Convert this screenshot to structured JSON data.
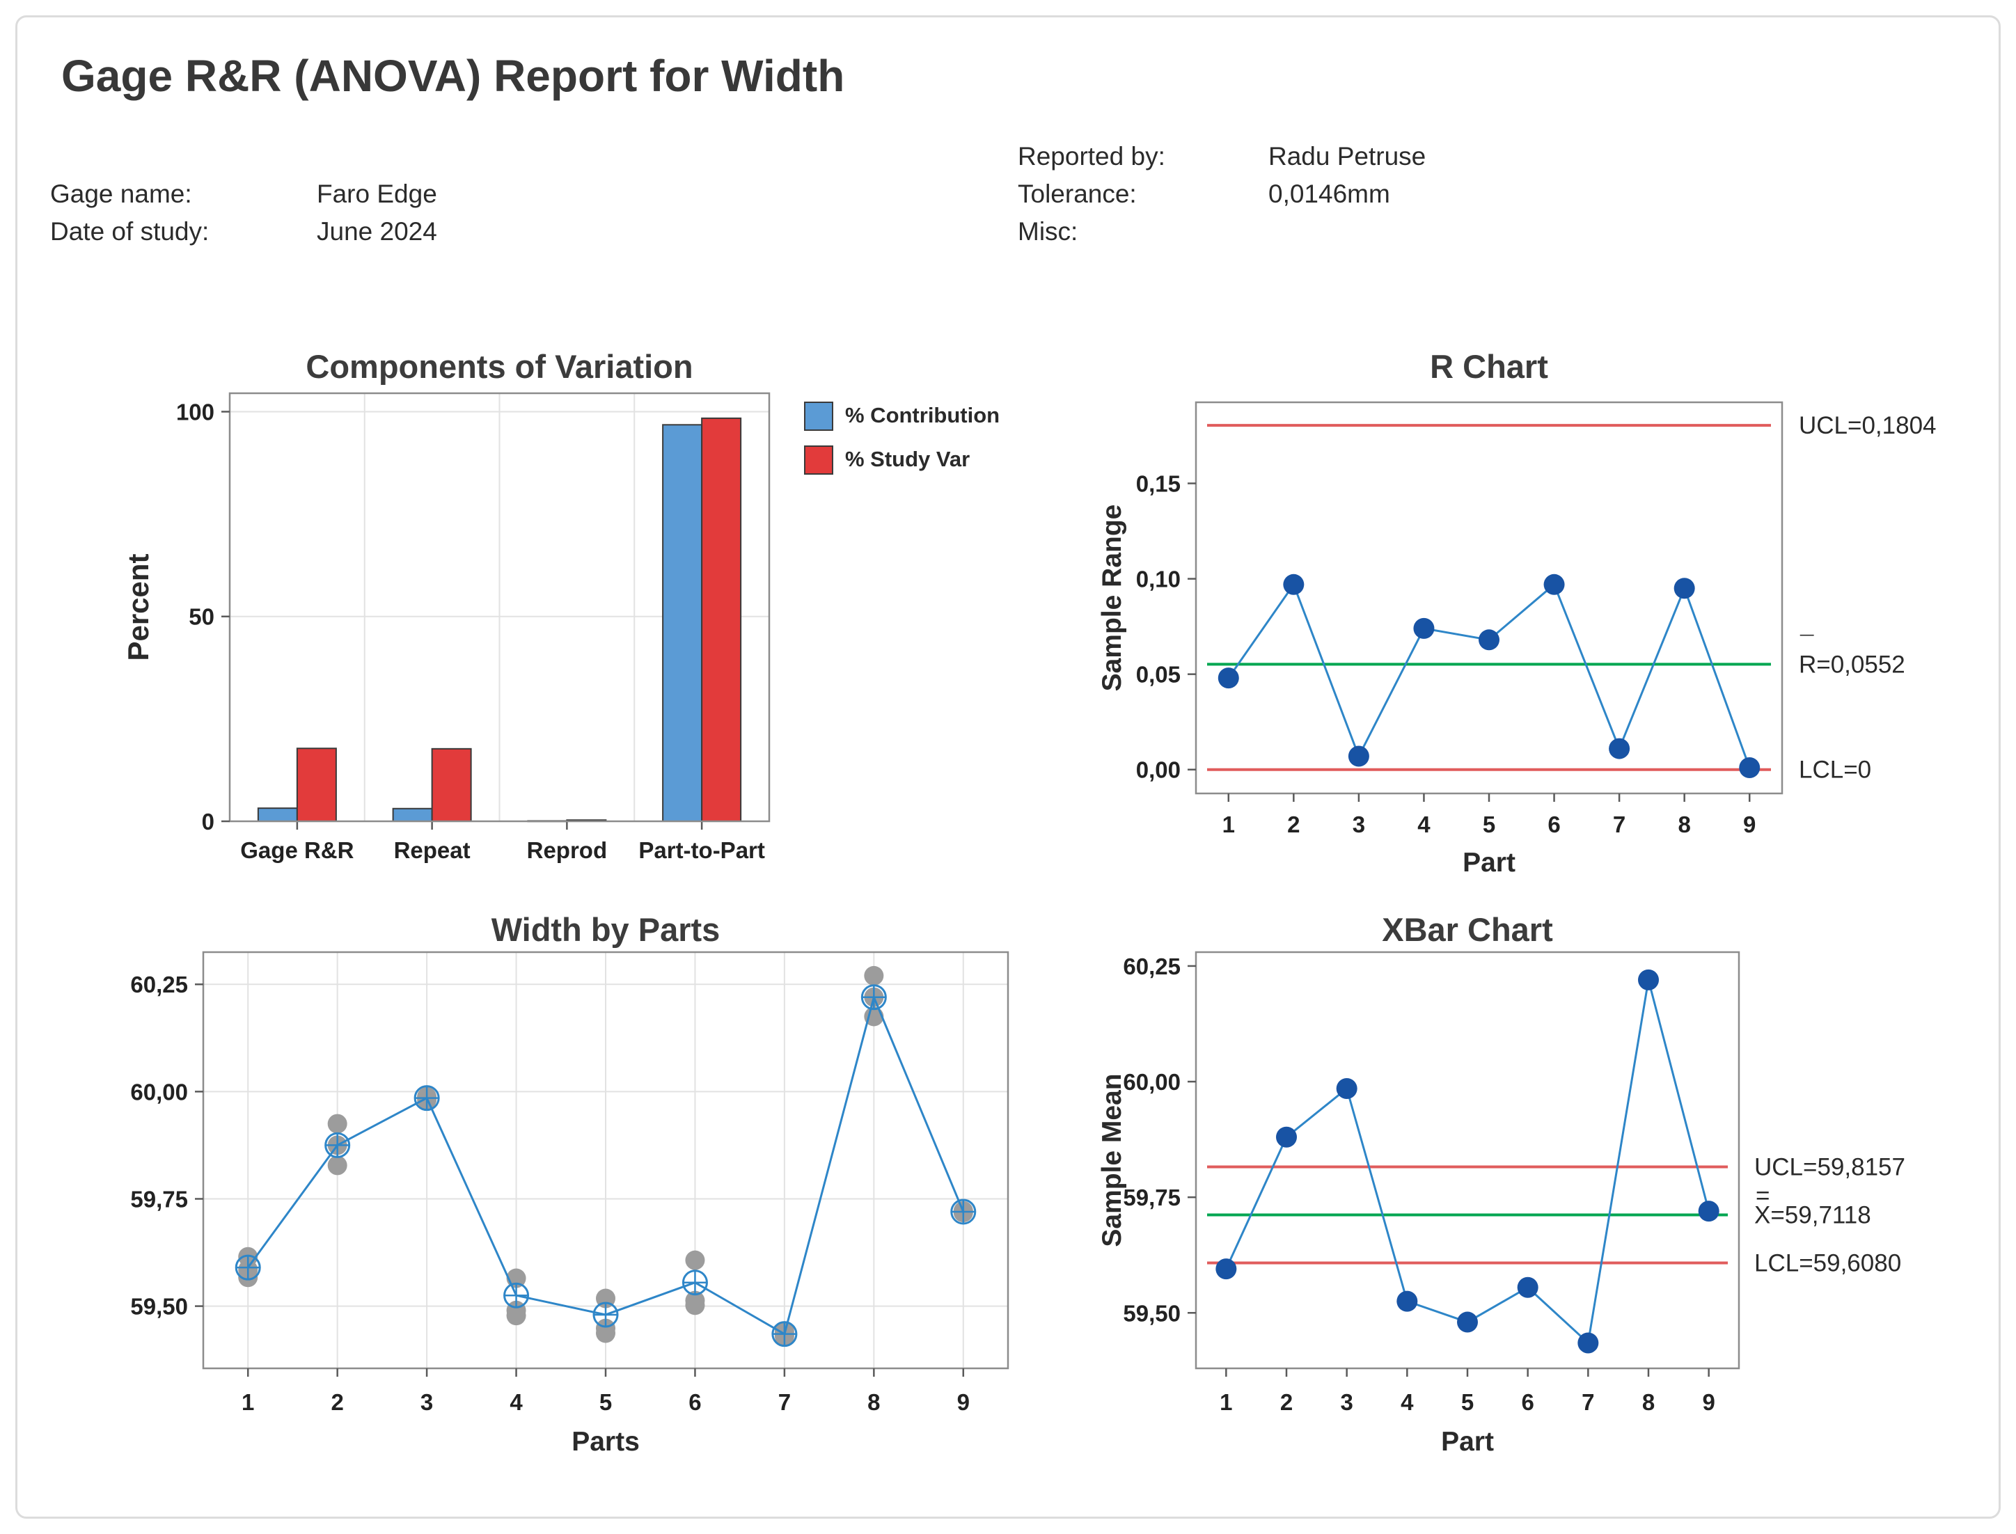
{
  "page": {
    "title": "Gage R&R (ANOVA) Report for Width"
  },
  "header": {
    "gage_name": {
      "label": "Gage name:",
      "value": "Faro Edge"
    },
    "date_of_study": {
      "label": "Date of study:",
      "value": "June 2024"
    },
    "reported_by": {
      "label": "Reported by:",
      "value": "Radu Petruse"
    },
    "tolerance": {
      "label": "Tolerance:",
      "value": "0,0146mm"
    },
    "misc": {
      "label": "Misc:",
      "value": ""
    }
  },
  "colors": {
    "contribution_blue": "#5B9BD5",
    "study_var_red": "#E23B3B",
    "limit_red": "#E05C5C",
    "center_green": "#00A651",
    "point_blue": "#1853A4",
    "line_blue": "#2E86C8",
    "individual_gray": "#9C9C9C",
    "frame_gray": "#8C8C8C",
    "grid_gray": "#E2E2E2",
    "tick_gray": "#5A5A5A",
    "text_dark": "#222222",
    "label_dark": "#2A2A2A",
    "title_dark": "#3C3C3C"
  },
  "chart_data": [
    {
      "id": "cov",
      "type": "bar",
      "title": "Components of Variation",
      "ylabel": "Percent",
      "categories": [
        "Gage R&R",
        "Repeat",
        "Reprod",
        "Part-to-Part"
      ],
      "series": [
        {
          "name": "% Contribution",
          "color_key": "contribution_blue",
          "values": [
            3.2,
            3.1,
            0.1,
            96.8
          ]
        },
        {
          "name": "% Study Var",
          "color_key": "study_var_red",
          "values": [
            17.8,
            17.7,
            0.3,
            98.4
          ]
        }
      ],
      "yticks": [
        {
          "v": 0,
          "label": "0"
        },
        {
          "v": 50,
          "label": "50"
        },
        {
          "v": 100,
          "label": "100"
        }
      ],
      "ylim": [
        0,
        104.5
      ],
      "grid": true,
      "legend_position": "right-top"
    },
    {
      "id": "rchart",
      "type": "line",
      "title": "R Chart",
      "ylabel": "Sample Range",
      "xlabel": "Part",
      "x": [
        1,
        2,
        3,
        4,
        5,
        6,
        7,
        8,
        9
      ],
      "values": [
        0.048,
        0.097,
        0.007,
        0.074,
        0.068,
        0.097,
        0.011,
        0.095,
        0.001
      ],
      "ucl": 0.1804,
      "center": 0.0552,
      "lcl": 0,
      "ucl_label": "UCL=0,1804",
      "center_label_mark": "¯",
      "center_label": "R=0,0552",
      "lcl_label": "LCL=0",
      "yticks": [
        {
          "v": 0,
          "label": "0,00"
        },
        {
          "v": 0.05,
          "label": "0,05"
        },
        {
          "v": 0.1,
          "label": "0,10"
        },
        {
          "v": 0.15,
          "label": "0,15"
        }
      ],
      "ylim": [
        -0.0125,
        0.1925
      ],
      "grid": false
    },
    {
      "id": "widthByParts",
      "type": "scatter",
      "title": "Width by Parts",
      "xlabel": "Parts",
      "x": [
        1,
        2,
        3,
        4,
        5,
        6,
        7,
        8,
        9
      ],
      "means": [
        59.59,
        59.875,
        59.985,
        59.525,
        59.48,
        59.555,
        59.435,
        60.22,
        59.72
      ],
      "individuals": [
        [
          59.567,
          59.585,
          59.615
        ],
        [
          59.828,
          59.875,
          59.925
        ],
        [
          59.981,
          59.985,
          59.988
        ],
        [
          59.478,
          59.49,
          59.565
        ],
        [
          59.437,
          59.448,
          59.518
        ],
        [
          59.502,
          59.513,
          59.607
        ],
        [
          59.43,
          59.435,
          59.441
        ],
        [
          60.175,
          60.22,
          60.27
        ],
        [
          59.718,
          59.72,
          59.722
        ]
      ],
      "yticks": [
        {
          "v": 59.5,
          "label": "59,50"
        },
        {
          "v": 59.75,
          "label": "59,75"
        },
        {
          "v": 60.0,
          "label": "60,00"
        },
        {
          "v": 60.25,
          "label": "60,25"
        }
      ],
      "ylim": [
        59.355,
        60.325
      ],
      "grid": true
    },
    {
      "id": "xbar",
      "type": "line",
      "title": "XBar Chart",
      "ylabel": "Sample Mean",
      "xlabel": "Part",
      "x": [
        1,
        2,
        3,
        4,
        5,
        6,
        7,
        8,
        9
      ],
      "values": [
        59.595,
        59.88,
        59.985,
        59.525,
        59.48,
        59.555,
        59.435,
        60.22,
        59.72
      ],
      "ucl": 59.8157,
      "center": 59.7118,
      "lcl": 59.608,
      "ucl_label": "UCL=59,8157",
      "center_label_mark": "=",
      "center_label": "X=59,7118",
      "lcl_label": "LCL=59,6080",
      "yticks": [
        {
          "v": 59.5,
          "label": "59,50"
        },
        {
          "v": 59.75,
          "label": "59,75"
        },
        {
          "v": 60.0,
          "label": "60,00"
        },
        {
          "v": 60.25,
          "label": "60,25"
        }
      ],
      "ylim": [
        59.38,
        60.28
      ],
      "grid": false
    }
  ]
}
